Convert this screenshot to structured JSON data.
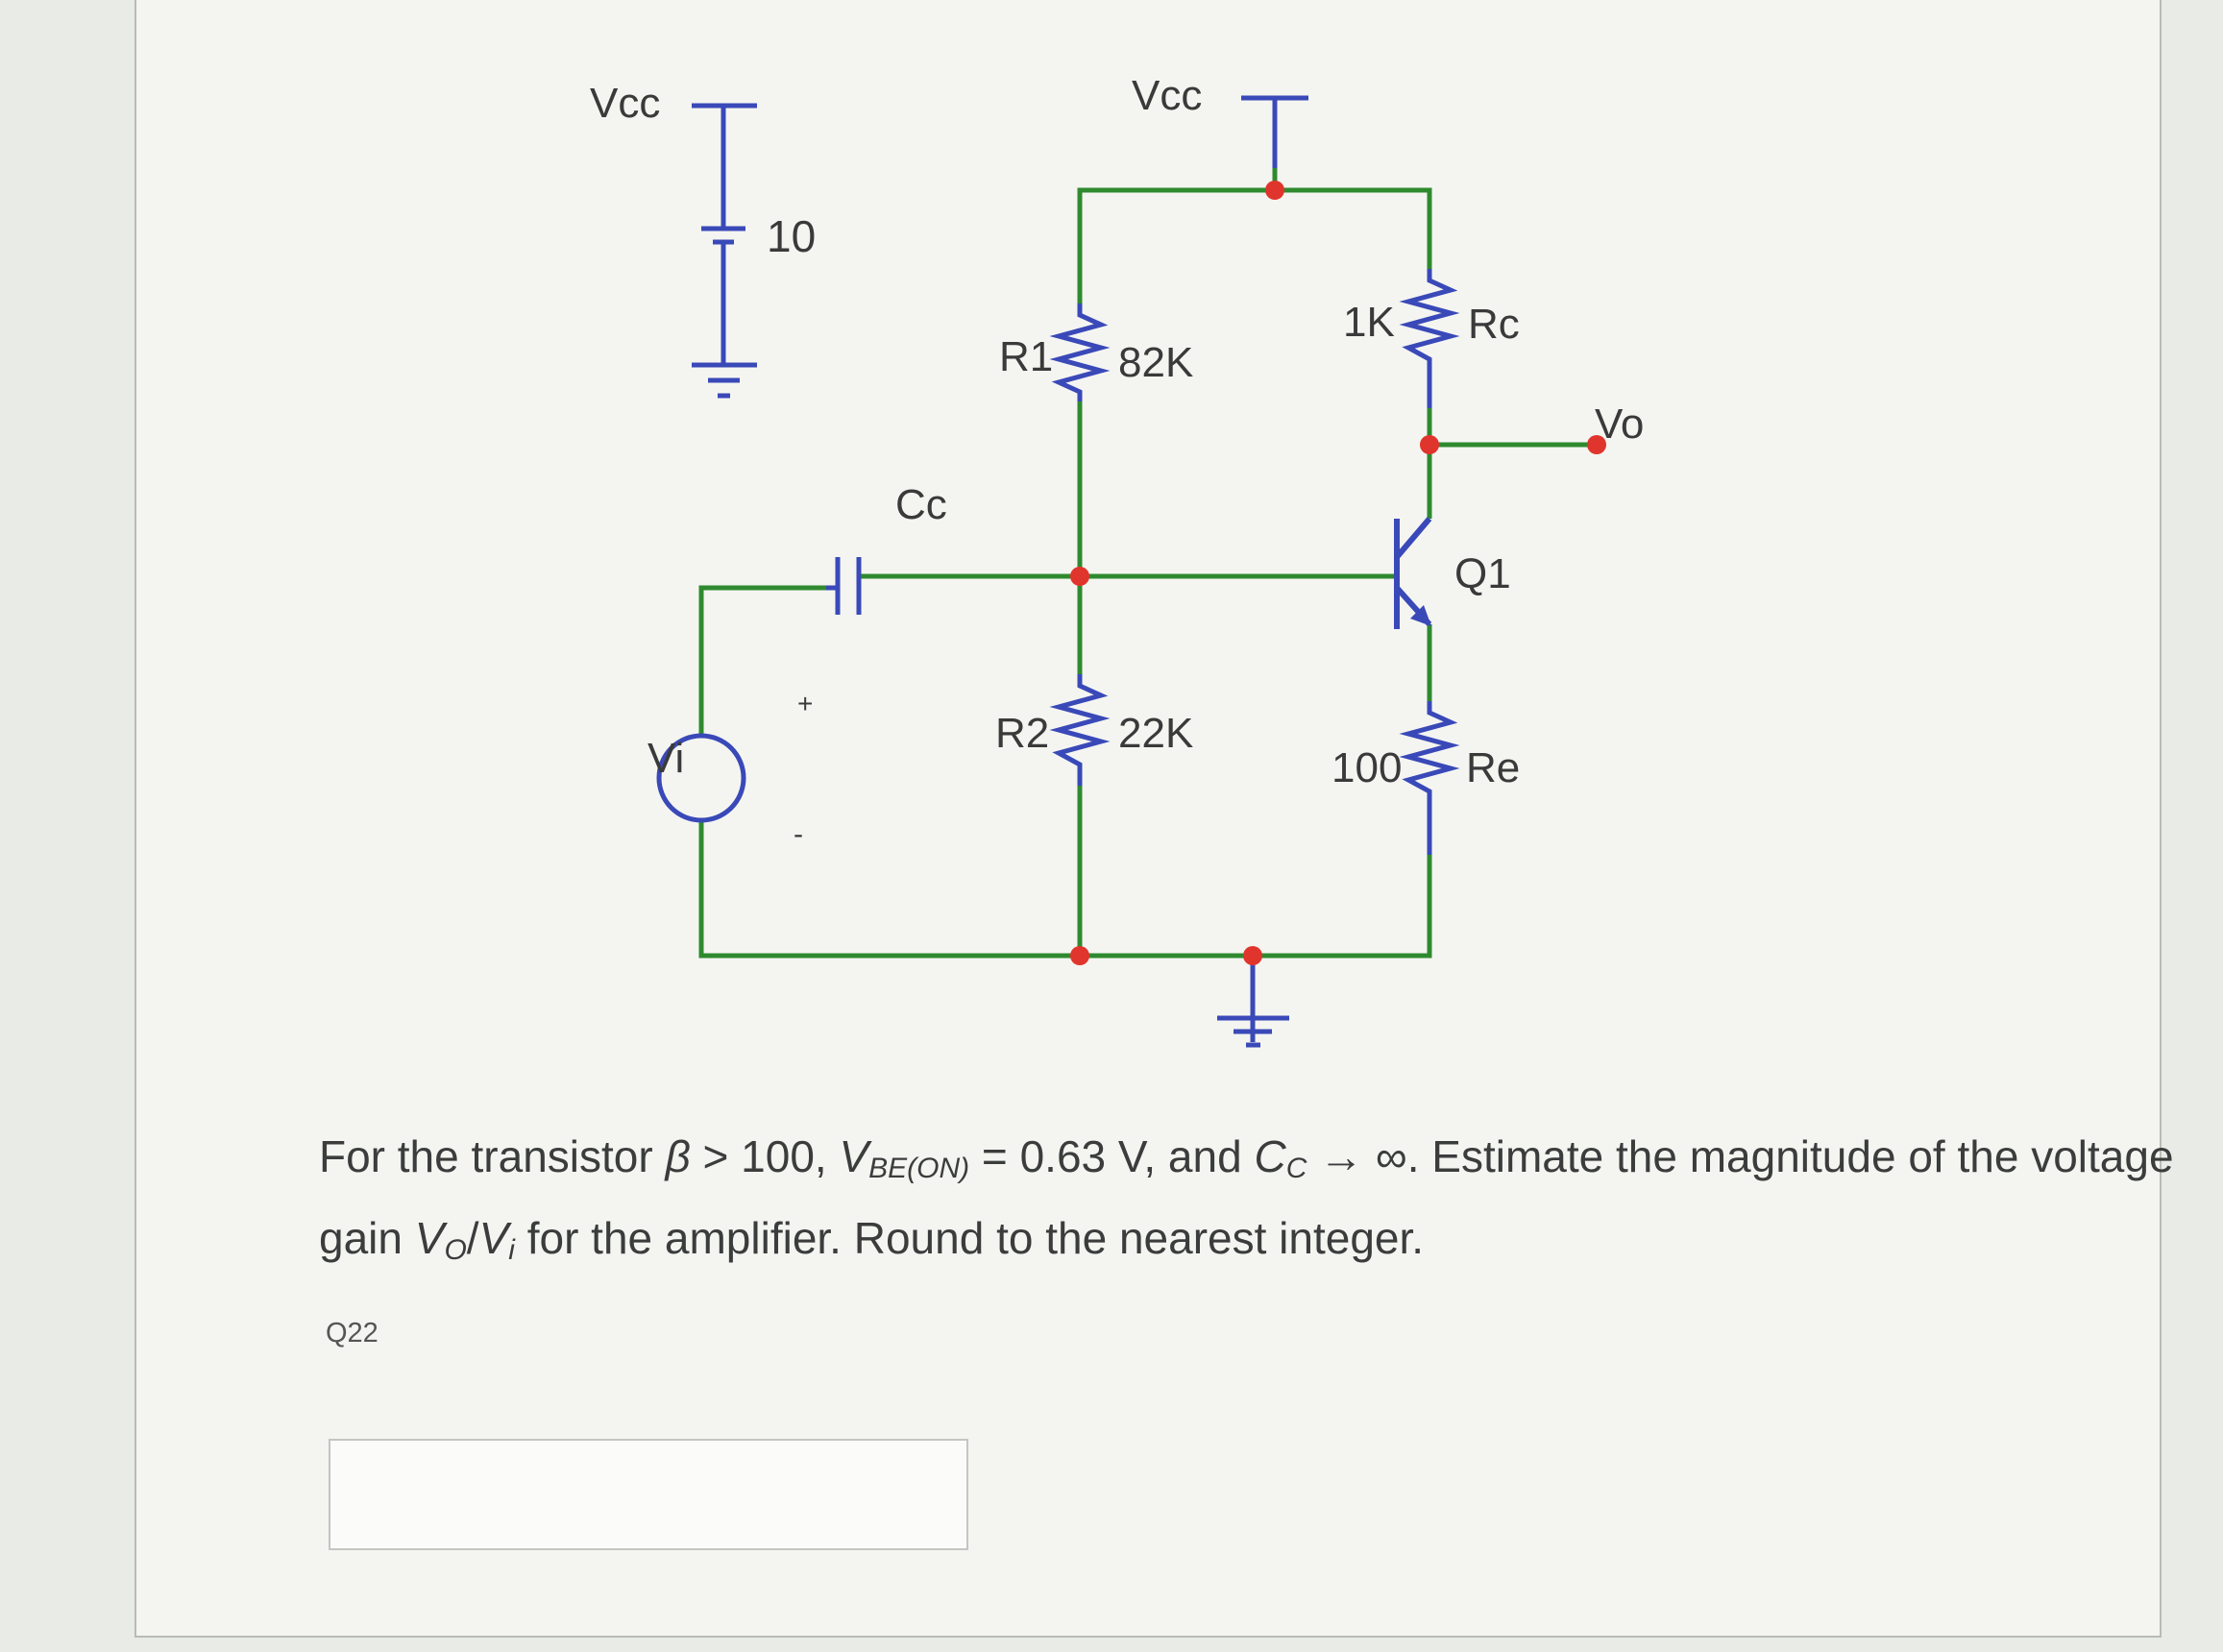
{
  "diagram": {
    "labels": {
      "vcc_left": "Vcc",
      "vcc_top": "Vcc",
      "battery_value": "10",
      "r1_name": "R1",
      "r1_value": "82K",
      "r2_name": "R2",
      "r2_value": "22K",
      "rc_value": "1K",
      "rc_name": "Rc",
      "re_value": "100",
      "re_name": "Re",
      "cc_name": "Cc",
      "q1_name": "Q1",
      "vi_name": "Vi",
      "vo_name": "Vo",
      "source_plus": "+",
      "source_minus": "-"
    },
    "colors": {
      "wire": "#2f8a2f",
      "component": "#3a49b8",
      "node": "#e0352c",
      "ground": "#3a49b8"
    }
  },
  "question": {
    "part1": "For the transistor ",
    "beta": "β",
    "part2": " > 100, ",
    "vbe": "V",
    "vbe_sub": "BE(ON)",
    "part3": " = 0.63 V, and ",
    "cc": "C",
    "cc_sub": "C",
    "part4": " → ∞. Estimate the magnitude of the voltage gain ",
    "vo": "V",
    "vo_sub": "O",
    "slash": "/",
    "vi": "V",
    "vi_sub": "i",
    "part5": " for the amplifier. Round to the nearest integer."
  },
  "question_number": "Q22",
  "answer": {
    "value": ""
  }
}
